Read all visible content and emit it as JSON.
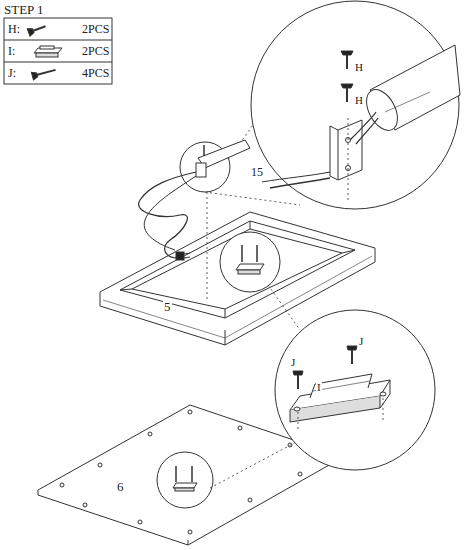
{
  "diagram": {
    "title": "STEP 1",
    "labels": [
      "H:",
      "2PCS",
      "I:",
      "2PCS",
      "J:",
      "4PCS",
      "15",
      "H",
      "H",
      "5",
      "J",
      "J",
      "I",
      "6"
    ]
  }
}
